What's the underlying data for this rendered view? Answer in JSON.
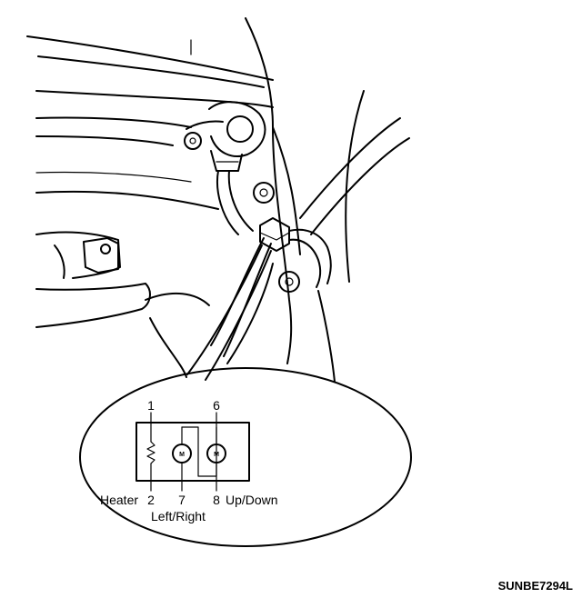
{
  "connector": {
    "pins": [
      {
        "number": "1",
        "label": "Heater"
      },
      {
        "number": "2",
        "label": ""
      },
      {
        "number": "6",
        "label": ""
      },
      {
        "number": "7",
        "label": "Left/Right"
      },
      {
        "number": "8",
        "label": "Up/Down"
      }
    ],
    "motor_symbol": "M",
    "heater_label": "Heater",
    "pin_1": "1",
    "pin_2": "2",
    "pin_6": "6",
    "pin_7": "7",
    "pin_8": "8",
    "left_right_label": "Left/Right",
    "up_down_label": "Up/Down"
  },
  "figure_code": "SUNBE7294L"
}
